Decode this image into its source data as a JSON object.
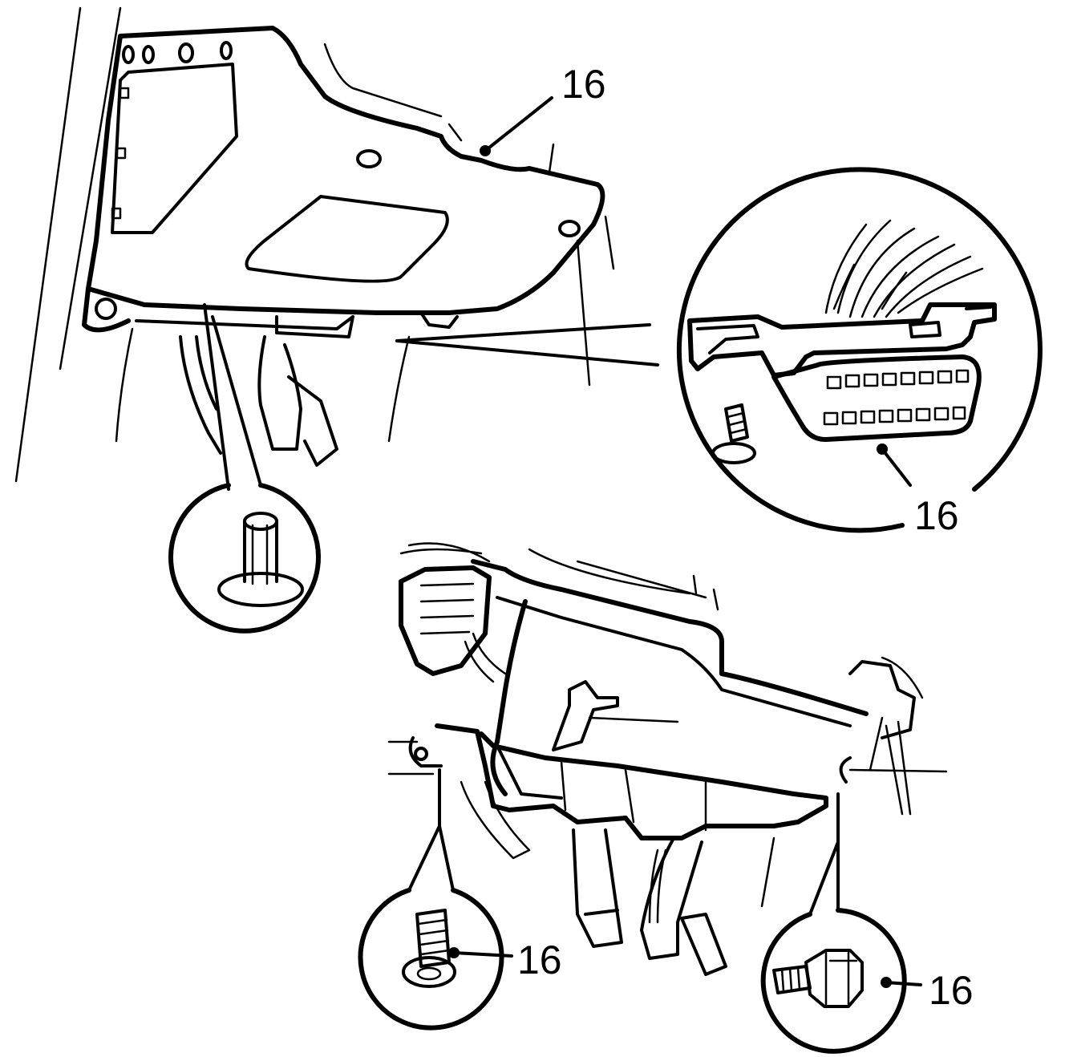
{
  "callouts": [
    {
      "id": "panel",
      "label": "16"
    },
    {
      "id": "connector",
      "label": "16"
    },
    {
      "id": "bottom-screw",
      "label": "16"
    },
    {
      "id": "bottom-bolt",
      "label": "16"
    }
  ],
  "colors": {
    "line": "#000000",
    "background": "#ffffff"
  }
}
